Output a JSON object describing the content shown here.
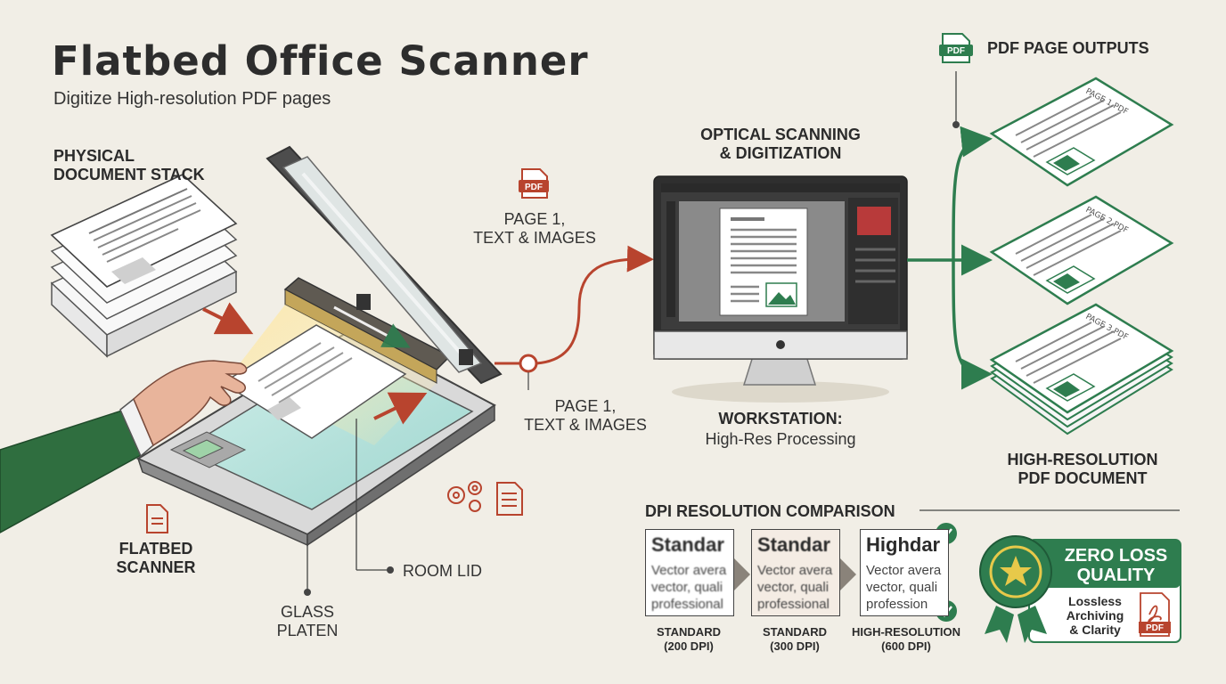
{
  "header": {
    "title": "Flatbed Office Scanner",
    "subtitle": "Digitize High-resolution PDF pages"
  },
  "labels": {
    "physical_stack": "PHYSICAL\nDOCUMENT STACK",
    "page1_top": "PAGE 1,\nTEXT & IMAGES",
    "page1_bottom": "PAGE 1,\nTEXT & IMAGES",
    "optical": "OPTICAL SCANNING\n& DIGITIZATION",
    "workstation_title": "WORKSTATION:",
    "workstation_sub": "High-Res Processing",
    "pdf_outputs": "PDF PAGE OUTPUTS",
    "high_res_doc": "HIGH-RESOLUTION\nPDF DOCUMENT",
    "flatbed": "FLATBED\nSCANNER",
    "room_lid": "ROOM LID",
    "glass_platen": "GLASS\nPLATEN",
    "dpi_heading": "DPI RESOLUTION COMPARISON"
  },
  "icons": {
    "pdf_badge": "PDF",
    "page_names": [
      "PAGE 1.PDF",
      "PAGE 2.PDF",
      "PAGE 3.PDF"
    ]
  },
  "dpi": [
    {
      "head": "Standar",
      "body": "Vector avera\nvector, quali\nprofessional",
      "caption": "STANDARD\n(200 DPI)"
    },
    {
      "head": "Standar",
      "body": "Vector avera\nvector, quali\nprofessional",
      "caption": "STANDARD\n(300 DPI)"
    },
    {
      "head": "Highdar",
      "body": "Vector avera\nvector, quali\nprofession",
      "caption": "HIGH-RESOLUTION\n(600 DPI)"
    }
  ],
  "badge": {
    "title": "ZERO LOSS\nQUALITY",
    "sub": "Lossless\nArchiving\n& Clarity",
    "pdf": "PDF"
  },
  "colors": {
    "background": "#f1eee6",
    "accent_red": "#b8442e",
    "accent_green": "#2e7d4f",
    "dark": "#2b2b2b"
  }
}
